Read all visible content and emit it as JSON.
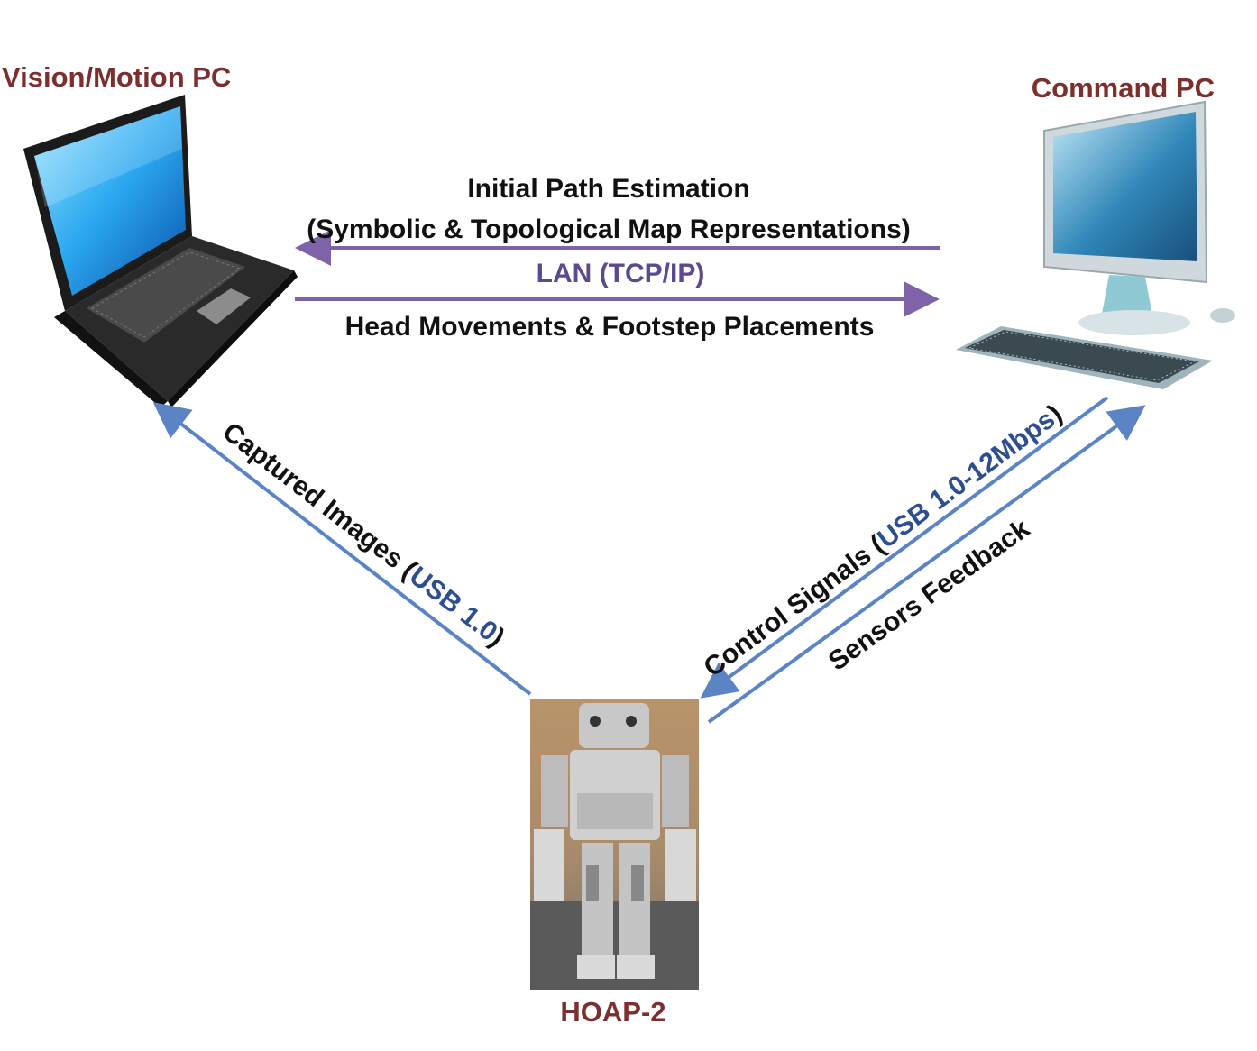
{
  "nodes": {
    "vision_pc": {
      "label": "Vision/Motion PC",
      "icon": "laptop-icon"
    },
    "command_pc": {
      "label": "Command PC",
      "icon": "desktop-computer-icon"
    },
    "robot": {
      "label": "HOAP-2",
      "icon": "humanoid-robot-photo"
    }
  },
  "lan_link": {
    "top_label_1": "Initial Path Estimation",
    "top_label_2": "(Symbolic & Topological Map Representations)",
    "mid_label": "LAN (TCP/IP)",
    "bottom_label": "Head Movements & Footstep Placements"
  },
  "robot_to_vision": {
    "label_prefix": "Captured Images (",
    "label_usb": "USB 1.0",
    "label_suffix": ")"
  },
  "command_to_robot": {
    "label_prefix": "Control Signals (",
    "label_usb": "USB 1.0-12Mbps",
    "label_suffix": ")"
  },
  "robot_to_command": {
    "label": "Sensors Feedback"
  },
  "colors": {
    "node_label": "#7b2f2f",
    "blue_arrow": "#5b84c4",
    "purple_arrow": "#7e63a8",
    "usb_text": "#2e4f8f",
    "lan_text": "#5c4a8f"
  }
}
